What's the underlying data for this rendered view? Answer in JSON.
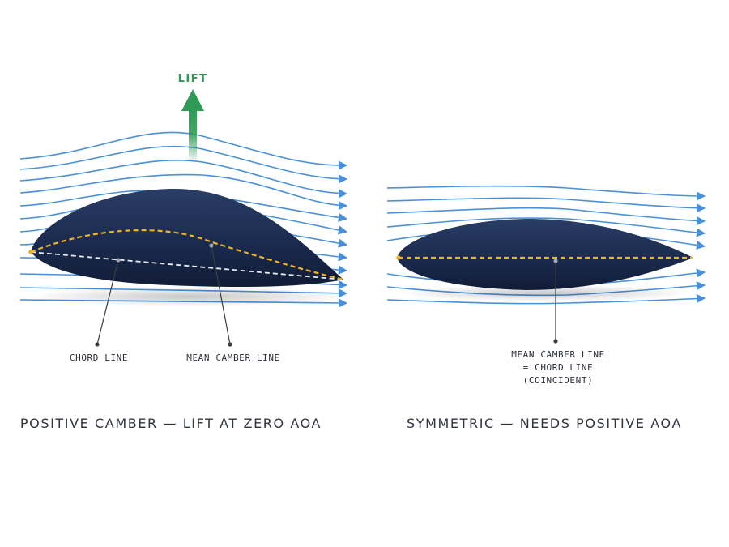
{
  "lift_label": "LIFT",
  "left": {
    "chord_label": "CHORD LINE",
    "camber_label": "MEAN CAMBER LINE",
    "title": "POSITIVE CAMBER — LIFT AT ZERO AOA"
  },
  "right": {
    "camber_line1": "MEAN CAMBER LINE",
    "camber_line2": "= CHORD LINE",
    "camber_line3": "(COINCIDENT)",
    "title": "SYMMETRIC — NEEDS POSITIVE AOA"
  },
  "colors": {
    "streamline": "#4a90d9",
    "airfoil": "#1b2b4f",
    "camber": "#f0b323",
    "chord": "#e6e9ef",
    "lift_arrow": "#2f9a55",
    "leader": "#3a3d44"
  }
}
